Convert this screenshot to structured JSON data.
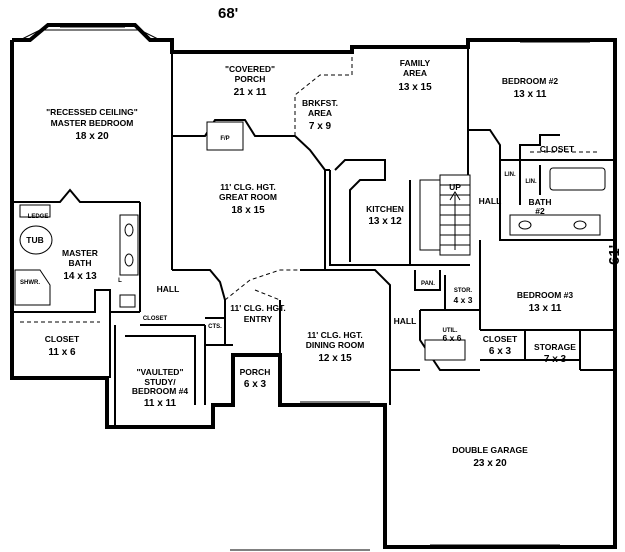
{
  "dimensions": {
    "width": "68'",
    "depth": "61'"
  },
  "rooms": {
    "master_bedroom": {
      "line1": "\"RECESSED CEILING\"",
      "line2": "MASTER BEDROOM",
      "size": "18 x 20"
    },
    "covered_porch": {
      "line1": "\"COVERED\"",
      "line2": "PORCH",
      "size": "21 x 11"
    },
    "fireplace": "F/P",
    "breakfast": {
      "line1": "BRKFST.",
      "line2": "AREA",
      "size": "7 x 9"
    },
    "family_area": {
      "line1": "FAMILY",
      "line2": "AREA",
      "size": "13 x 15"
    },
    "bedroom2": {
      "name": "BEDROOM #2",
      "size": "13 x 11"
    },
    "closet_bed2": "CLOSET",
    "great_room": {
      "line1": "11' CLG. HGT.",
      "line2": "GREAT ROOM",
      "size": "18 x 15"
    },
    "kitchen": {
      "name": "KITCHEN",
      "size": "13 x 12"
    },
    "up": "UP",
    "hall_right": "HALL",
    "linen1": "LIN.",
    "linen2": "LIN.",
    "bath2": {
      "name": "BATH",
      "num": "#2"
    },
    "ledge": "LEDGE",
    "tub": "TUB",
    "master_bath": {
      "line1": "MASTER",
      "line2": "BATH",
      "size": "14 x 13"
    },
    "shower": "SHWR.",
    "wc_l": "L",
    "hall_mid": "HALL",
    "pantry": "PAN.",
    "storage_small": {
      "name": "STOR.",
      "size": "4 x 3"
    },
    "bedroom3": {
      "name": "BEDROOM #3",
      "size": "13 x 11"
    },
    "closet_master": {
      "name": "CLOSET",
      "size": "11 x 6"
    },
    "closet_small": "CLOSET",
    "cts": "CTS.",
    "entry": {
      "line1": "11' CLG. HGT.",
      "line2": "ENTRY"
    },
    "dining": {
      "line1": "11' CLG. HGT.",
      "line2": "DINING ROOM",
      "size": "12 x 15"
    },
    "hall_lower": "HALL",
    "utility": {
      "name": "UTIL.",
      "size": "6 x 6"
    },
    "closet_bed3": {
      "name": "CLOSET",
      "size": "6 x 3"
    },
    "storage": {
      "name": "STORAGE",
      "size": "7 x 3"
    },
    "study": {
      "line1": "\"VAULTED\"",
      "line2": "STUDY/",
      "line3": "BEDROOM #4",
      "size": "11 x 11"
    },
    "porch_front": {
      "name": "PORCH",
      "size": "6 x 3"
    },
    "garage": {
      "name": "DOUBLE GARAGE",
      "size": "23 x 20"
    }
  }
}
